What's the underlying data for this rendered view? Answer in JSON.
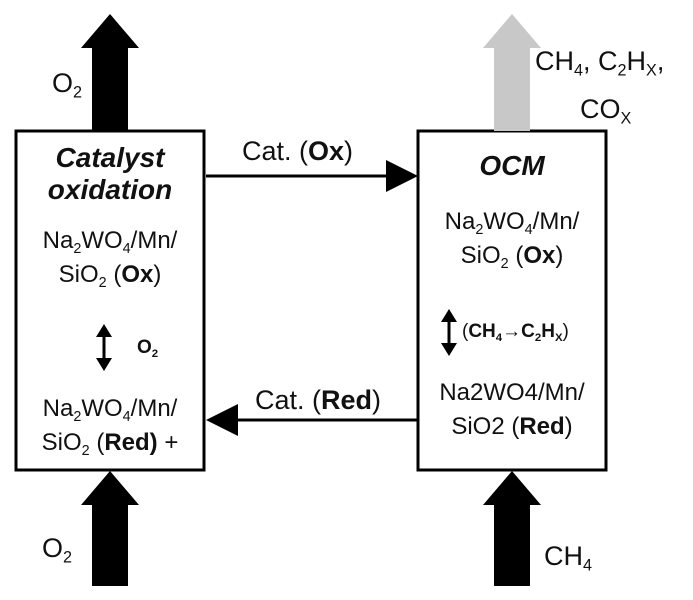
{
  "left_box": {
    "title_line1": "Catalyst",
    "title_line2": "oxidation",
    "formula_top": {
      "l1_a": "Na",
      "l1_s1": "2",
      "l1_b": "WO",
      "l1_s2": "4",
      "l1_c": "/Mn/",
      "l2_a": "SiO",
      "l2_s": "2",
      "l2_b": " (",
      "l2_bold": "Ox",
      "l2_c": ")"
    },
    "mid_label": {
      "a": "O",
      "s": "2"
    },
    "formula_bottom": {
      "l1_a": "Na",
      "l1_s1": "2",
      "l1_b": "WO",
      "l1_s2": "4",
      "l1_c": "/Mn/",
      "l2_a": "SiO",
      "l2_s": "2",
      "l2_b": " (",
      "l2_bold": "Red)",
      "l2_c": " +"
    }
  },
  "right_box": {
    "title": "OCM",
    "formula_top": {
      "l1_a": "Na",
      "l1_s1": "2",
      "l1_b": "WO",
      "l1_s2": "4",
      "l1_c": "/Mn/",
      "l2_a": "SiO",
      "l2_s": "2",
      "l2_b": " (",
      "l2_bold": "Ox",
      "l2_c": ")"
    },
    "mid_label": {
      "open": "(",
      "a": "CH",
      "s1": "4",
      "arrow": "→",
      "b": "C",
      "s2": "2",
      "c": "H",
      "s3": "X",
      "close": ")"
    },
    "formula_bottom": {
      "l1": "Na2WO4/Mn/",
      "l2_a": "SiO2 (",
      "l2_bold": "Red",
      "l2_c": ")"
    }
  },
  "arrows": {
    "top_label": {
      "a": "Cat. (",
      "bold": "Ox",
      "c": ")"
    },
    "bottom_label": {
      "a": "Cat. (",
      "bold": "Red",
      "c": ")"
    }
  },
  "outer_labels": {
    "o2_top": {
      "a": "O",
      "s": "2"
    },
    "o2_bottom": {
      "a": "O",
      "s": "2"
    },
    "products_l1": {
      "a": "CH",
      "s1": "4",
      "b": ", C",
      "s2": "2",
      "c": "H",
      "s3": "X",
      "d": ","
    },
    "products_l2": {
      "a": "CO",
      "s": "X"
    },
    "ch4_in": {
      "a": "CH",
      "s": "4"
    }
  },
  "colors": {
    "black": "#000000",
    "grey_arrow": "#c8c8c8"
  }
}
